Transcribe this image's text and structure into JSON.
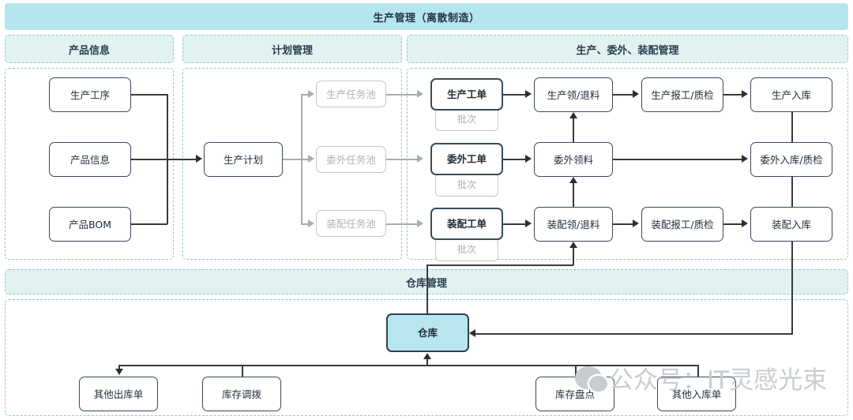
{
  "diagram": {
    "title": "生产管理（离散制造）",
    "sections": [
      {
        "id": "product-info",
        "label": "产品信息"
      },
      {
        "id": "plan-mgmt",
        "label": "计划管理"
      },
      {
        "id": "prod-outsource-assembly",
        "label": "生产、委外、装配管理"
      },
      {
        "id": "warehouse-mgmt",
        "label": "仓库管理"
      }
    ],
    "nodes": {
      "production_process": "生产工序",
      "product_info": "产品信息",
      "product_bom": "产品BOM",
      "production_plan": "生产计划",
      "pool_production": "生产任务池",
      "pool_outsource": "委外任务池",
      "pool_assembly": "装配任务池",
      "wo_production": "生产工单",
      "wo_outsource": "委外工单",
      "wo_assembly": "装配工单",
      "batch_production": "批次",
      "batch_outsource": "批次",
      "batch_assembly": "批次",
      "pick_production": "生产领/退料",
      "pick_outsource": "委外领料",
      "pick_assembly": "装配领/退料",
      "report_production": "生产报工/质检",
      "report_assembly": "装配报工/质检",
      "in_production": "生产入库",
      "in_outsource": "委外入库/质检",
      "in_assembly": "装配入库",
      "warehouse": "仓库",
      "other_outbound": "其他出库单",
      "stock_transfer": "库存调拨",
      "stock_count": "库存盘点",
      "other_inbound": "其他入库单"
    },
    "watermark": "公众号：IT灵感光束",
    "colors": {
      "banner": "#b5e6ed",
      "subhead": "#e0f3f1",
      "zone_border": "#8fc8ce",
      "node_border": "#394a5c",
      "muted": "#aeb3b7",
      "accent": "#b8e6ee",
      "line": "#3a3a3a"
    }
  }
}
